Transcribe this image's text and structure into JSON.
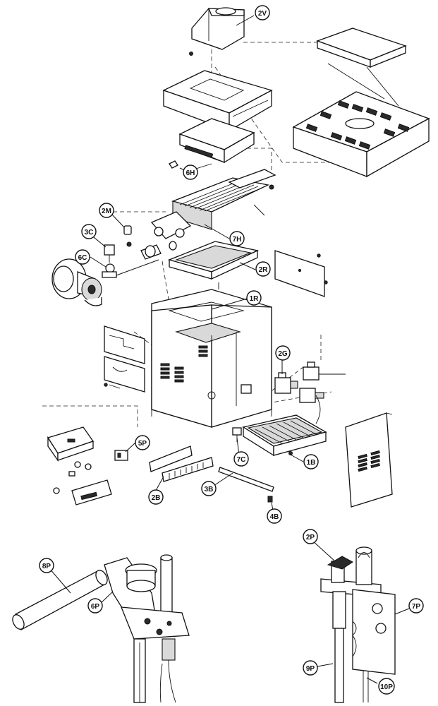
{
  "diagram": {
    "callouts": {
      "c_2v": "2V",
      "c_6h": "6H",
      "c_2m": "2M",
      "c_3c": "3C",
      "c_7h": "7H",
      "c_6c": "6C",
      "c_2r": "2R",
      "c_1r": "1R",
      "c_2g": "2G",
      "c_5p": "5P",
      "c_7c": "7C",
      "c_1b": "1B",
      "c_2b": "2B",
      "c_3b": "3B",
      "c_4b": "4B",
      "c_8p": "8P",
      "c_6p": "6P",
      "c_2p": "2P",
      "c_7p": "7P",
      "c_9p": "9P",
      "c_10p": "10P"
    }
  }
}
